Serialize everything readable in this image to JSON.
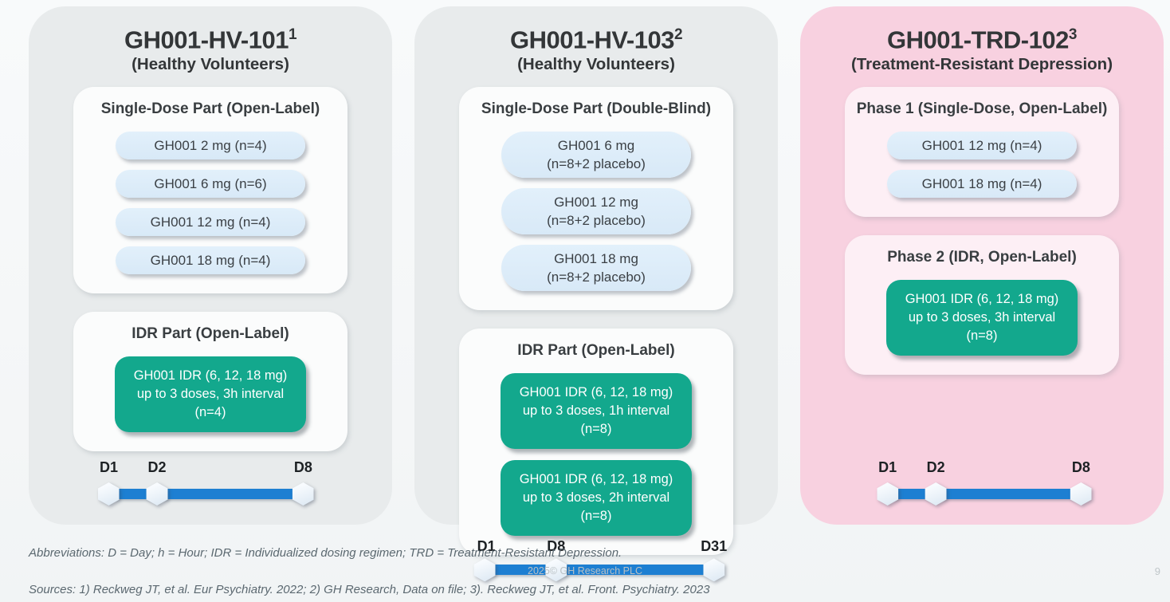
{
  "colors": {
    "card_gray": "#e8ebec",
    "card_pink": "#f8d1e0",
    "inner_white": "#fbfcfc",
    "inner_pink": "#fdeff5",
    "pill_blue": "#dcecf9",
    "idr_green": "#13a88d",
    "timeline_blue": "#1d7fd2"
  },
  "columns": [
    {
      "title": "GH001-HV-101",
      "title_superscript": "1",
      "subtitle": "(Healthy Volunteers)",
      "sections": [
        {
          "heading": "Single-Dose Part (Open-Label)",
          "pills": [
            [
              "GH001 2 mg (n=4)"
            ],
            [
              "GH001 6 mg (n=6)"
            ],
            [
              "GH001 12 mg (n=4)"
            ],
            [
              "GH001 18 mg (n=4)"
            ]
          ]
        },
        {
          "heading": "IDR Part (Open-Label)",
          "boxes": [
            [
              "GH001 IDR (6, 12, 18 mg)",
              "up to 3 doses, 3h interval",
              "(n=4)"
            ]
          ]
        }
      ],
      "timeline": {
        "labels_position": "above",
        "markers": [
          {
            "label": "D1"
          },
          {
            "label": "D2"
          },
          {
            "label": "D8"
          }
        ]
      }
    },
    {
      "title": "GH001-HV-103",
      "title_superscript": "2",
      "subtitle": "(Healthy Volunteers)",
      "sections": [
        {
          "heading": "Single-Dose Part (Double-Blind)",
          "pills": [
            [
              "GH001 6 mg",
              "(n=8+2 placebo)"
            ],
            [
              "GH001 12 mg",
              "(n=8+2 placebo)"
            ],
            [
              "GH001 18 mg",
              "(n=8+2 placebo)"
            ]
          ]
        },
        {
          "heading": "IDR Part (Open-Label)",
          "boxes": [
            [
              "GH001 IDR (6, 12, 18 mg)",
              "up to 3 doses, 1h interval",
              "(n=8)"
            ],
            [
              "GH001 IDR (6, 12, 18 mg)",
              "up to 3 doses, 2h interval",
              "(n=8)"
            ]
          ]
        }
      ],
      "timeline": {
        "labels_position": "below",
        "markers": [
          {
            "label": "D1"
          },
          {
            "label": "D8"
          },
          {
            "label": "D31"
          }
        ]
      }
    },
    {
      "title": "GH001-TRD-102",
      "title_superscript": "3",
      "subtitle": "(Treatment-Resistant Depression)",
      "sections": [
        {
          "heading": "Phase 1 (Single-Dose, Open-Label)",
          "pills": [
            [
              "GH001 12 mg (n=4)"
            ],
            [
              "GH001 18 mg (n=4)"
            ]
          ]
        },
        {
          "heading": "Phase 2 (IDR, Open-Label)",
          "boxes": [
            [
              "GH001 IDR (6, 12, 18 mg)",
              "up to 3 doses, 3h interval",
              "(n=8)"
            ]
          ]
        }
      ],
      "timeline": {
        "labels_position": "above",
        "markers": [
          {
            "label": "D1"
          },
          {
            "label": "D2"
          },
          {
            "label": "D8"
          }
        ]
      }
    }
  ],
  "footer": {
    "abbreviations": "Abbreviations: D = Day; h = Hour; IDR = Individualized dosing regimen; TRD = Treatment-Resistant Depression.",
    "copyright": "2025© GH Research PLC",
    "sources": "Sources: 1) Reckweg JT, et al. Eur Psychiatry. 2022; 2) GH Research, Data on file; 3). Reckweg JT, et al. Front. Psychiatry. 2023",
    "page_number": "9"
  }
}
